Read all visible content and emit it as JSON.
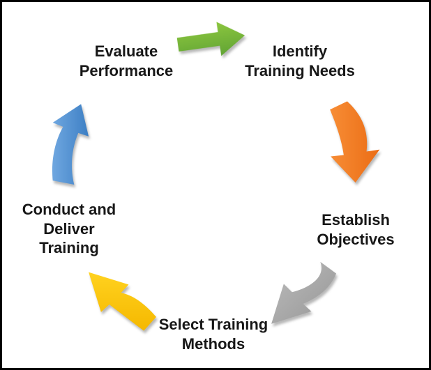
{
  "diagram": {
    "type": "cycle",
    "background_color": "#ffffff",
    "frame_color": "#000000",
    "text_color": "#171717",
    "steps": [
      {
        "id": "identify-training-needs",
        "label": "Identify\nTraining Needs",
        "position": "top-right"
      },
      {
        "id": "establish-objectives",
        "label": "Establish\nObjectives",
        "position": "right"
      },
      {
        "id": "select-training-methods",
        "label": "Select Training\nMethods",
        "position": "bottom"
      },
      {
        "id": "conduct-deliver-training",
        "label": "Conduct and\nDeliver\nTraining",
        "position": "left"
      },
      {
        "id": "evaluate-performance",
        "label": "Evaluate\nPerformance",
        "position": "top-left"
      }
    ],
    "arrows": [
      {
        "name": "green-arrow",
        "from": "Evaluate Performance",
        "to": "Identify Training Needs",
        "color": "#6fb440",
        "color_light": "#8cc63f",
        "color_dark": "#61a434",
        "direction": "right"
      },
      {
        "name": "orange-arrow",
        "from": "Identify Training Needs",
        "to": "Establish Objectives",
        "color": "#f47923",
        "color_light": "#f78d35",
        "color_dark": "#eb6c15",
        "direction": "down"
      },
      {
        "name": "gray-arrow",
        "from": "Establish Objectives",
        "to": "Select Training Methods",
        "color": "#a8a8a8",
        "color_light": "#bcbcbc",
        "color_dark": "#969696",
        "direction": "down-left"
      },
      {
        "name": "yellow-arrow",
        "from": "Select Training Methods",
        "to": "Conduct and Deliver Training",
        "color": "#fdc40d",
        "color_light": "#ffd21f",
        "color_dark": "#f5b800",
        "direction": "up-left"
      },
      {
        "name": "blue-arrow",
        "from": "Conduct and Deliver Training",
        "to": "Evaluate Performance",
        "color": "#4a8fd8",
        "color_light": "#6fa7e0",
        "color_dark": "#3d7fc4",
        "direction": "up"
      }
    ]
  }
}
